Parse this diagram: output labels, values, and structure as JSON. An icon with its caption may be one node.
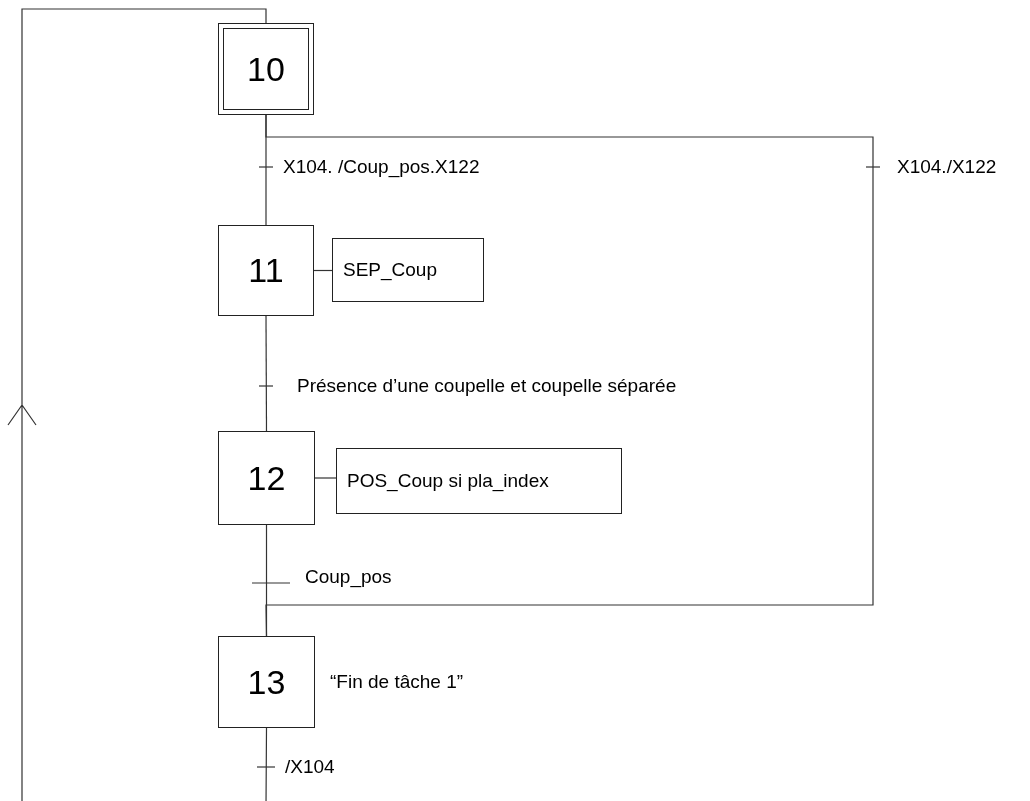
{
  "diagram": {
    "nodes": [
      {
        "text": [
          "10"
        ]
      },
      {
        "text": [
          "11"
        ]
      },
      {
        "text": [
          "SEP_Coup"
        ]
      },
      {
        "text": [
          "12"
        ]
      },
      {
        "text": [
          "POS_Coup si pla_index"
        ]
      },
      {
        "text": [
          "13"
        ],
        "beside": [
          "“Fin de tâche 1”"
        ]
      }
    ],
    "edges": [
      {
        "from": 0,
        "to": 1,
        "arrow": "none",
        "label": "X104. /Coup_pos.X122"
      },
      {
        "from": 0,
        "to": 5,
        "arrow": "none",
        "label": "X104./X122"
      },
      {
        "from": 1,
        "to": 2,
        "arrow": "none"
      },
      {
        "from": 1,
        "to": 3,
        "arrow": "none",
        "label": "Présence d’une coupelle et coupelle séparée"
      },
      {
        "from": 3,
        "to": 4,
        "arrow": "none"
      },
      {
        "from": 3,
        "to": 5,
        "arrow": "none",
        "label": "Coup_pos"
      },
      {
        "from": 5,
        "to": 0,
        "arrow": "to",
        "label": "/X104"
      }
    ]
  }
}
